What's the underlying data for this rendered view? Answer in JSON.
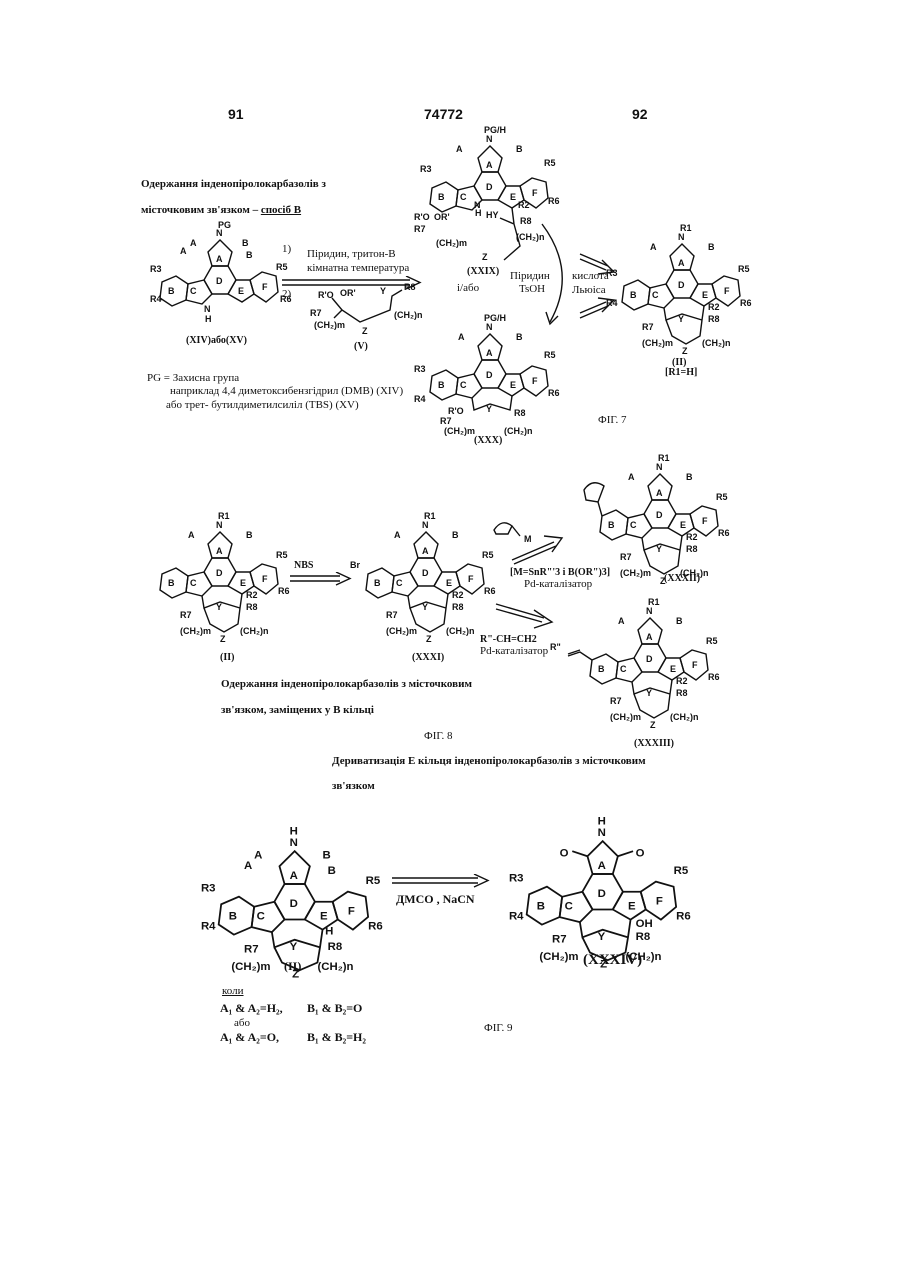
{
  "header": {
    "left_page": "91",
    "center_number": "74772",
    "right_page": "92"
  },
  "fig7": {
    "caption_line1": "Одержання інденопіролокарбазолів з",
    "caption_line2_prefix": "місточковим зв'язком – ",
    "caption_line2_method": "спосіб В",
    "step1_num": "1)",
    "step1_line1": "Піридин, тритон-В",
    "step1_line2": "кімнатна температура",
    "step2_num": "2)",
    "reagent_label": "(V)",
    "start_label": "(XIV)або(XV)",
    "pg_def": "PG = Захисна група",
    "pg_ex1": "наприклад 4,4 диметоксибензгідрил (DMB)  (XIV)",
    "pg_ex2": "або трет- бутилдиметилсиліл (TBS)          (XV)",
    "int1_label": "(XXIX)",
    "ili": "і/або",
    "py_tsoh_1": "Піридин",
    "py_tsoh_2": "TsOH",
    "lewis_1": "кислота",
    "lewis_2": "Льюіса",
    "int2_label": "(XXX)",
    "product_label": "(II)",
    "product_sub": "[R1=H]",
    "fig_label": "ФІГ. 7"
  },
  "fig8": {
    "start_label": "(II)",
    "nbs": "NBS",
    "bromo_label": "(XXXI)",
    "m_reagent": "[M=SnR\"'3  і  B(OR\")3]",
    "pd1": "Pd-каталізатор",
    "prod1_label": "(XXXII)",
    "alkene": "R\"-CH=CH2",
    "pd2": "Pd-каталізатор",
    "prod2_label": "(XXXIII)",
    "caption_line1": "Одержання інденопіролокарбазолів з місточковим",
    "caption_line2": "зв'язком, заміщених у В кільці",
    "fig_label": "ФІГ. 8"
  },
  "fig9": {
    "caption_line1": "Дериватизація Е кільця інденопіролокарбазолів з місточковим",
    "caption_line2": "зв'язком",
    "reagent": "ДМСО , NaCN",
    "start_label": "(II)",
    "product_label": "(XXXIV)",
    "when": "коли",
    "cond1_a": "A₁ & A₂=H₂,",
    "cond1_b": "B₁ & B₂=O",
    "or": "або",
    "cond2_a": "A₁ & A₂=O,",
    "cond2_b": "B₁ & B₂=H₂",
    "fig_label": "ФІГ. 9"
  }
}
